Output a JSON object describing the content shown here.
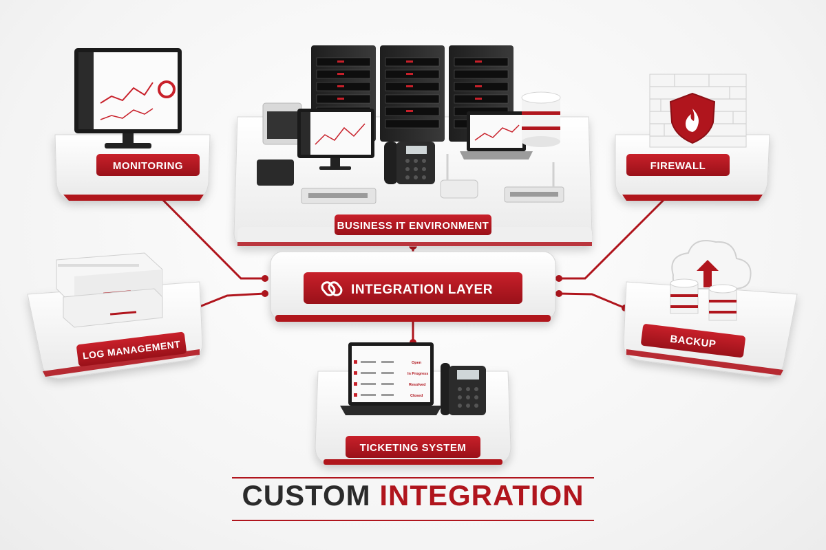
{
  "colors": {
    "accent": "#b0151d",
    "dark": "#2b2b2b",
    "platform": "#ffffff",
    "connector": "#b0151d"
  },
  "nodes": {
    "monitoring": {
      "label": "MONITORING",
      "icon": "monitor-dashboard-icon"
    },
    "business_it": {
      "label": "BUSINESS IT ENVIRONMENT",
      "icon": "server-rack-icon"
    },
    "firewall": {
      "label": "FIREWALL",
      "icon": "firewall-shield-icon"
    },
    "integration": {
      "label": "INTEGRATION LAYER",
      "icon": "link-icon"
    },
    "log_management": {
      "label": "LOG MANAGEMENT",
      "icon": "storage-box-icon"
    },
    "backup": {
      "label": "BACKUP",
      "icon": "cloud-backup-icon"
    },
    "ticketing": {
      "label": "TICKETING SYSTEM",
      "icon": "laptop-phone-icon"
    }
  },
  "ticket_screen": {
    "statuses": [
      "Open",
      "In Progress",
      "Resolved",
      "Closed"
    ]
  },
  "title": {
    "word1": "CUSTOM",
    "word2": "INTEGRATION"
  }
}
